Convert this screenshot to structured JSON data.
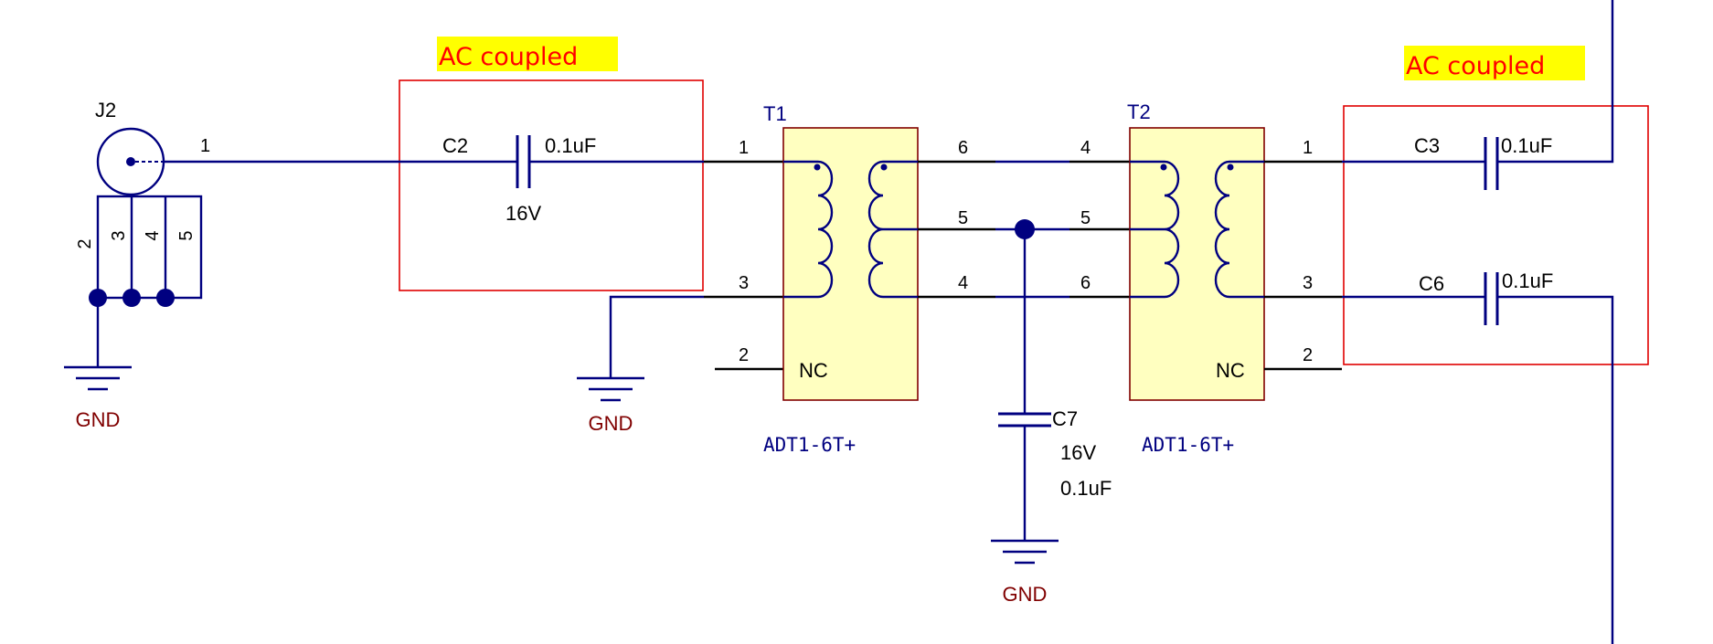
{
  "connector": {
    "ref": "J2",
    "center_pin": "1",
    "shield_pins": [
      "2",
      "3",
      "4",
      "5"
    ]
  },
  "annotations": {
    "left": "AC coupled",
    "right": "AC coupled"
  },
  "capacitors": {
    "c2": {
      "ref": "C2",
      "value": "0.1uF",
      "voltage": "16V"
    },
    "c3": {
      "ref": "C3",
      "value": "0.1uF"
    },
    "c6": {
      "ref": "C6",
      "value": "0.1uF"
    },
    "c7": {
      "ref": "C7",
      "voltage": "16V",
      "value": "0.1uF"
    }
  },
  "transformers": {
    "t1": {
      "ref": "T1",
      "part": "ADT1-6T+",
      "nc": "NC",
      "pins": {
        "p1": "1",
        "p3": "3",
        "p2": "2",
        "p6": "6",
        "p5": "5",
        "p4": "4"
      }
    },
    "t2": {
      "ref": "T2",
      "part": "ADT1-6T+",
      "nc": "NC",
      "pins": {
        "p4": "4",
        "p5": "5",
        "p6": "6",
        "p1": "1",
        "p3": "3",
        "p2": "2"
      }
    }
  },
  "ground_label": "GND"
}
